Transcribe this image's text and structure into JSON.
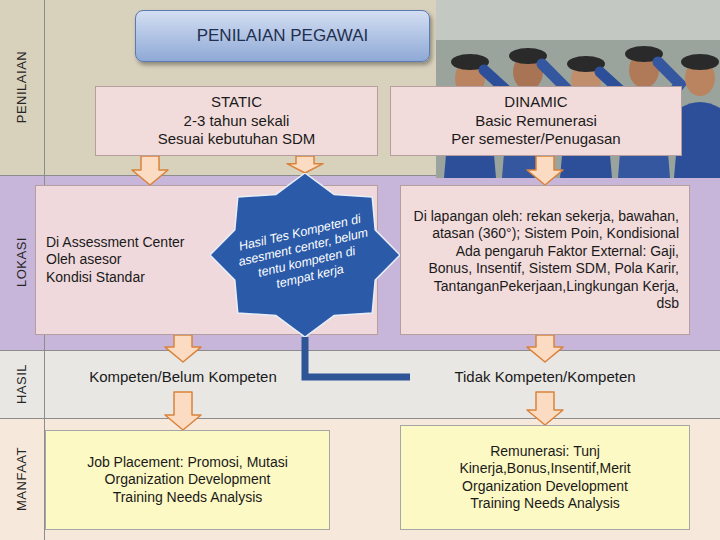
{
  "diagram": {
    "title": "PENILAIAN PEGAWAI",
    "nodes": [
      {
        "text": [
          "STATIC",
          "2-3 tahun sekali",
          "Sesuai kebutuhan SDM"
        ]
      },
      {
        "text": [
          "DINAMIC",
          "Basic Remunerasi",
          "Per semester/Penugasan"
        ]
      },
      {
        "text": [
          "Di Assessment Center",
          "Oleh asesor",
          "Kondisi Standar"
        ]
      },
      {
        "text": [
          "Hasil Tes Kompeten di asesment center, belum tentu kompeten di tempat kerja"
        ]
      },
      {
        "text": [
          "Di lapangan oleh: rekan sekerja, bawahan, atasan (360°); Sistem Poin, Kondisional Ada pengaruh Faktor External: Gaji, Bonus, Insentif, Sistem SDM, Pola Karir, TantanganPekerjaan,Lingkungan Kerja, dsb"
        ]
      },
      {
        "text": [
          "Kompeten/Belum Kompeten"
        ]
      },
      {
        "text": [
          "Tidak Kompeten/Kompeten"
        ]
      },
      {
        "text": [
          "Job Placement: Promosi, Mutasi",
          "Organization Development",
          "Training Needs Analysis"
        ]
      },
      {
        "text": [
          "Remunerasi: Tunj Kinerja,Bonus,Insentif,Merit",
          "Organization Development",
          "Training Needs Analysis"
        ]
      }
    ],
    "edges": [
      {
        "from": 0,
        "to": 2,
        "arrow": "to"
      },
      {
        "from": 0,
        "to": 3,
        "arrow": "to"
      },
      {
        "from": 1,
        "to": 4,
        "arrow": "to"
      },
      {
        "from": 2,
        "to": 5,
        "arrow": "to"
      },
      {
        "from": 3,
        "to": 6,
        "arrow": "none"
      },
      {
        "from": 4,
        "to": 6,
        "arrow": "to"
      },
      {
        "from": 5,
        "to": 7,
        "arrow": "to"
      },
      {
        "from": 6,
        "to": 8,
        "arrow": "to"
      }
    ],
    "labels": [
      "PENILAIAN",
      "LOKASI",
      "HASIL",
      "MANFAAT"
    ]
  }
}
